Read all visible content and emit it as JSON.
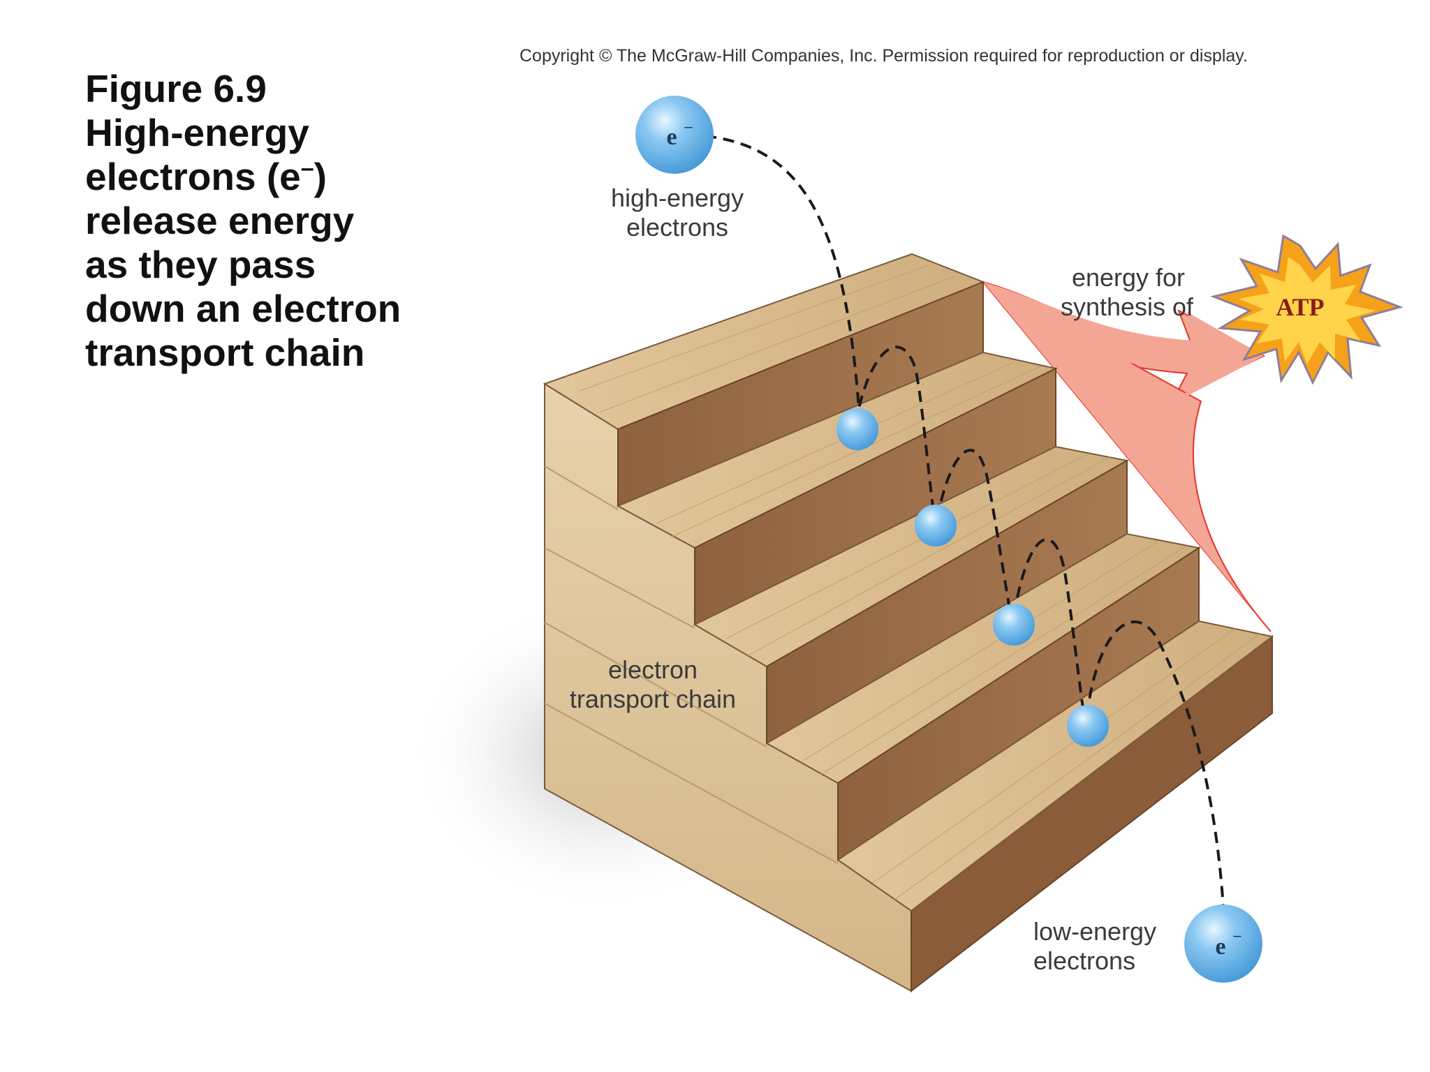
{
  "copyright": "Copyright © The McGraw-Hill Companies, Inc. Permission required for reproduction or display.",
  "caption": {
    "line1": "Figure 6.9",
    "line2": "High-energy",
    "line3_main": "electrons (e",
    "line3_sup": "–",
    "line3_end": ")",
    "line4": "release energy",
    "line5": "as they pass",
    "line6": "down an electron",
    "line7": "transport chain"
  },
  "labels": {
    "high_energy_1": "high-energy",
    "high_energy_2": "electrons",
    "low_energy_1": "low-energy",
    "low_energy_2": "electrons",
    "energy_for_1": "energy for",
    "energy_for_2": "synthesis of",
    "atp": "ATP",
    "etc_1": "electron",
    "etc_2": "transport chain",
    "electron_symbol": "e",
    "electron_charge": "–"
  },
  "colors": {
    "electron_blue": "#5aaee6",
    "energy_arrow": "#f4a694",
    "arrow_outline": "#e8312a",
    "atp_burst": "#f7b21b",
    "wood_tread": "#d8b98a",
    "wood_riser": "#9b6d47",
    "wood_side": "#e0c79f"
  },
  "icons": [
    "high-energy-electron-icon",
    "low-energy-electron-icon",
    "atp-burst-icon",
    "staircase-illustration",
    "energy-arrow"
  ]
}
